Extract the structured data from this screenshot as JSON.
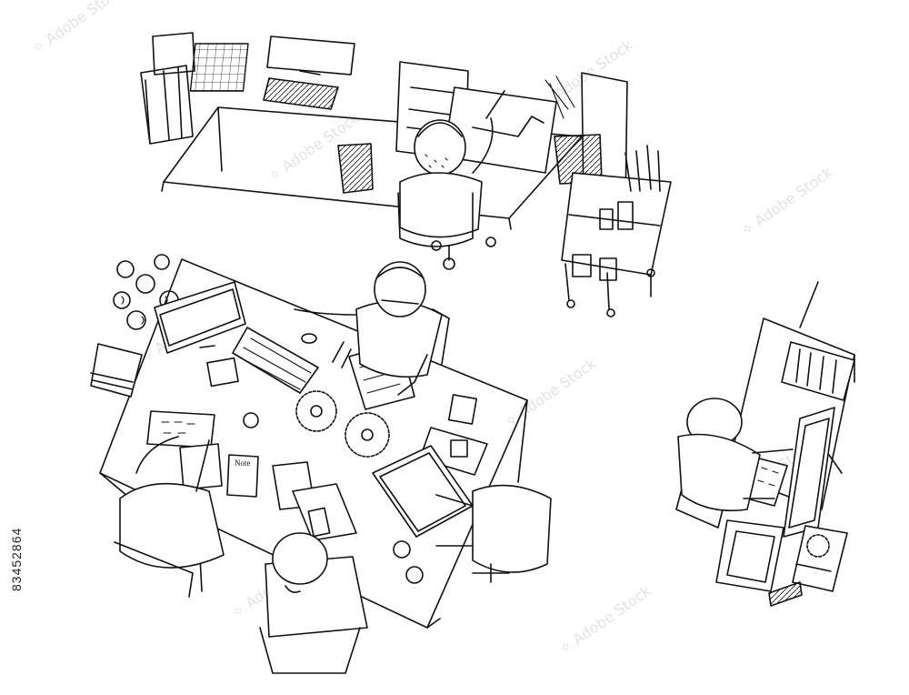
{
  "image": {
    "style": "black ink sketch, top-down view of an open-plan office",
    "stock_id": "83452864",
    "note_label": "Note"
  },
  "watermark": {
    "brand": "Adobe Stock"
  }
}
